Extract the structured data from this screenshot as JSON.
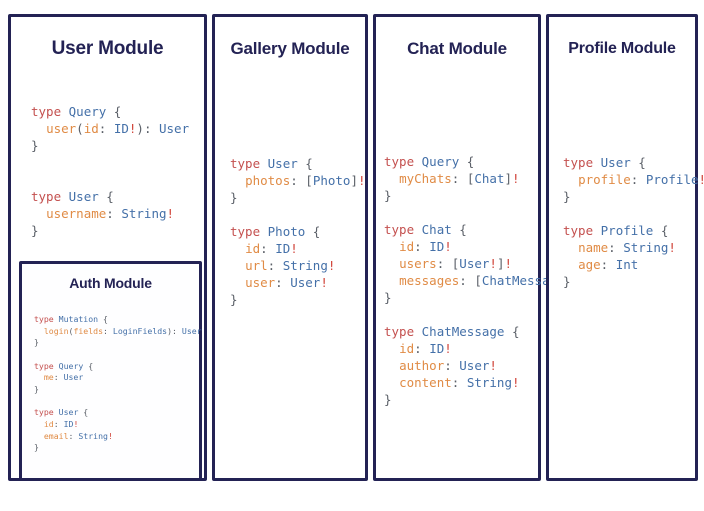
{
  "theme": {
    "border_color": "#232254",
    "title_color": "#232254",
    "background": "#ffffff",
    "token_keyword": "#c4504f",
    "token_type": "#4470a8",
    "token_field": "#e08b45",
    "token_punct": "#5b6068",
    "token_bang": "#d1453b"
  },
  "panels": {
    "user": {
      "title": "User Module",
      "code_lines": [
        [
          {
            "t": "type ",
            "c": "kw"
          },
          {
            "t": "Query",
            "c": "type"
          },
          {
            "t": " {",
            "c": "pun"
          }
        ],
        [
          {
            "t": "  ",
            "c": "pun"
          },
          {
            "t": "user",
            "c": "fld"
          },
          {
            "t": "(",
            "c": "pun"
          },
          {
            "t": "id",
            "c": "fld"
          },
          {
            "t": ": ",
            "c": "pun"
          },
          {
            "t": "ID",
            "c": "type"
          },
          {
            "t": "!",
            "c": "bang"
          },
          {
            "t": "): ",
            "c": "pun"
          },
          {
            "t": "User",
            "c": "type"
          }
        ],
        [
          {
            "t": "}",
            "c": "pun"
          }
        ],
        [
          {
            "t": "",
            "c": "pun"
          }
        ],
        [
          {
            "t": "",
            "c": "pun"
          }
        ],
        [
          {
            "t": "type ",
            "c": "kw"
          },
          {
            "t": "User",
            "c": "type"
          },
          {
            "t": " {",
            "c": "pun"
          }
        ],
        [
          {
            "t": "  ",
            "c": "pun"
          },
          {
            "t": "username",
            "c": "fld"
          },
          {
            "t": ": ",
            "c": "pun"
          },
          {
            "t": "String",
            "c": "type"
          },
          {
            "t": "!",
            "c": "bang"
          }
        ],
        [
          {
            "t": "}",
            "c": "pun"
          }
        ]
      ]
    },
    "auth": {
      "title": "Auth Module",
      "code_lines": [
        [
          {
            "t": "type ",
            "c": "kw"
          },
          {
            "t": "Mutation",
            "c": "type"
          },
          {
            "t": " {",
            "c": "pun"
          }
        ],
        [
          {
            "t": "  ",
            "c": "pun"
          },
          {
            "t": "login",
            "c": "fld"
          },
          {
            "t": "(",
            "c": "pun"
          },
          {
            "t": "fields",
            "c": "fld"
          },
          {
            "t": ": ",
            "c": "pun"
          },
          {
            "t": "LoginFields",
            "c": "type"
          },
          {
            "t": "): ",
            "c": "pun"
          },
          {
            "t": "User",
            "c": "type"
          }
        ],
        [
          {
            "t": "}",
            "c": "pun"
          }
        ],
        [
          {
            "t": "",
            "c": "pun"
          }
        ],
        [
          {
            "t": "type ",
            "c": "kw"
          },
          {
            "t": "Query",
            "c": "type"
          },
          {
            "t": " {",
            "c": "pun"
          }
        ],
        [
          {
            "t": "  ",
            "c": "pun"
          },
          {
            "t": "me",
            "c": "fld"
          },
          {
            "t": ": ",
            "c": "pun"
          },
          {
            "t": "User",
            "c": "type"
          }
        ],
        [
          {
            "t": "}",
            "c": "pun"
          }
        ],
        [
          {
            "t": "",
            "c": "pun"
          }
        ],
        [
          {
            "t": "type ",
            "c": "kw"
          },
          {
            "t": "User",
            "c": "type"
          },
          {
            "t": " {",
            "c": "pun"
          }
        ],
        [
          {
            "t": "  ",
            "c": "pun"
          },
          {
            "t": "id",
            "c": "fld"
          },
          {
            "t": ": ",
            "c": "pun"
          },
          {
            "t": "ID",
            "c": "type"
          },
          {
            "t": "!",
            "c": "bang"
          }
        ],
        [
          {
            "t": "  ",
            "c": "pun"
          },
          {
            "t": "email",
            "c": "fld"
          },
          {
            "t": ": ",
            "c": "pun"
          },
          {
            "t": "String",
            "c": "type"
          },
          {
            "t": "!",
            "c": "bang"
          }
        ],
        [
          {
            "t": "}",
            "c": "pun"
          }
        ]
      ]
    },
    "gallery": {
      "title": "Gallery Module",
      "code_lines": [
        [
          {
            "t": "type ",
            "c": "kw"
          },
          {
            "t": "User",
            "c": "type"
          },
          {
            "t": " {",
            "c": "pun"
          }
        ],
        [
          {
            "t": "  ",
            "c": "pun"
          },
          {
            "t": "photos",
            "c": "fld"
          },
          {
            "t": ": ",
            "c": "pun"
          },
          {
            "t": "[",
            "c": "pun"
          },
          {
            "t": "Photo",
            "c": "type"
          },
          {
            "t": "]",
            "c": "pun"
          },
          {
            "t": "!",
            "c": "bang"
          }
        ],
        [
          {
            "t": "}",
            "c": "pun"
          }
        ],
        [
          {
            "t": "",
            "c": "pun"
          }
        ],
        [
          {
            "t": "type ",
            "c": "kw"
          },
          {
            "t": "Photo",
            "c": "type"
          },
          {
            "t": " {",
            "c": "pun"
          }
        ],
        [
          {
            "t": "  ",
            "c": "pun"
          },
          {
            "t": "id",
            "c": "fld"
          },
          {
            "t": ": ",
            "c": "pun"
          },
          {
            "t": "ID",
            "c": "type"
          },
          {
            "t": "!",
            "c": "bang"
          }
        ],
        [
          {
            "t": "  ",
            "c": "pun"
          },
          {
            "t": "url",
            "c": "fld"
          },
          {
            "t": ": ",
            "c": "pun"
          },
          {
            "t": "String",
            "c": "type"
          },
          {
            "t": "!",
            "c": "bang"
          }
        ],
        [
          {
            "t": "  ",
            "c": "pun"
          },
          {
            "t": "user",
            "c": "fld"
          },
          {
            "t": ": ",
            "c": "pun"
          },
          {
            "t": "User",
            "c": "type"
          },
          {
            "t": "!",
            "c": "bang"
          }
        ],
        [
          {
            "t": "}",
            "c": "pun"
          }
        ]
      ]
    },
    "chat": {
      "title": "Chat Module",
      "code_lines": [
        [
          {
            "t": "type ",
            "c": "kw"
          },
          {
            "t": "Query",
            "c": "type"
          },
          {
            "t": " {",
            "c": "pun"
          }
        ],
        [
          {
            "t": "  ",
            "c": "pun"
          },
          {
            "t": "myChats",
            "c": "fld"
          },
          {
            "t": ": ",
            "c": "pun"
          },
          {
            "t": "[",
            "c": "pun"
          },
          {
            "t": "Chat",
            "c": "type"
          },
          {
            "t": "]",
            "c": "pun"
          },
          {
            "t": "!",
            "c": "bang"
          }
        ],
        [
          {
            "t": "}",
            "c": "pun"
          }
        ],
        [
          {
            "t": "",
            "c": "pun"
          }
        ],
        [
          {
            "t": "type ",
            "c": "kw"
          },
          {
            "t": "Chat",
            "c": "type"
          },
          {
            "t": " {",
            "c": "pun"
          }
        ],
        [
          {
            "t": "  ",
            "c": "pun"
          },
          {
            "t": "id",
            "c": "fld"
          },
          {
            "t": ": ",
            "c": "pun"
          },
          {
            "t": "ID",
            "c": "type"
          },
          {
            "t": "!",
            "c": "bang"
          }
        ],
        [
          {
            "t": "  ",
            "c": "pun"
          },
          {
            "t": "users",
            "c": "fld"
          },
          {
            "t": ": ",
            "c": "pun"
          },
          {
            "t": "[",
            "c": "pun"
          },
          {
            "t": "User",
            "c": "type"
          },
          {
            "t": "!",
            "c": "bang"
          },
          {
            "t": "]",
            "c": "pun"
          },
          {
            "t": "!",
            "c": "bang"
          }
        ],
        [
          {
            "t": "  ",
            "c": "pun"
          },
          {
            "t": "messages",
            "c": "fld"
          },
          {
            "t": ": ",
            "c": "pun"
          },
          {
            "t": "[",
            "c": "pun"
          },
          {
            "t": "ChatMessage",
            "c": "type"
          },
          {
            "t": "]",
            "c": "pun"
          },
          {
            "t": "!",
            "c": "bang"
          }
        ],
        [
          {
            "t": "}",
            "c": "pun"
          }
        ],
        [
          {
            "t": "",
            "c": "pun"
          }
        ],
        [
          {
            "t": "type ",
            "c": "kw"
          },
          {
            "t": "ChatMessage",
            "c": "type"
          },
          {
            "t": " {",
            "c": "pun"
          }
        ],
        [
          {
            "t": "  ",
            "c": "pun"
          },
          {
            "t": "id",
            "c": "fld"
          },
          {
            "t": ": ",
            "c": "pun"
          },
          {
            "t": "ID",
            "c": "type"
          },
          {
            "t": "!",
            "c": "bang"
          }
        ],
        [
          {
            "t": "  ",
            "c": "pun"
          },
          {
            "t": "author",
            "c": "fld"
          },
          {
            "t": ": ",
            "c": "pun"
          },
          {
            "t": "User",
            "c": "type"
          },
          {
            "t": "!",
            "c": "bang"
          }
        ],
        [
          {
            "t": "  ",
            "c": "pun"
          },
          {
            "t": "content",
            "c": "fld"
          },
          {
            "t": ": ",
            "c": "pun"
          },
          {
            "t": "String",
            "c": "type"
          },
          {
            "t": "!",
            "c": "bang"
          }
        ],
        [
          {
            "t": "}",
            "c": "pun"
          }
        ]
      ]
    },
    "profile": {
      "title": "Profile Module",
      "code_lines": [
        [
          {
            "t": "type ",
            "c": "kw"
          },
          {
            "t": "User",
            "c": "type"
          },
          {
            "t": " {",
            "c": "pun"
          }
        ],
        [
          {
            "t": "  ",
            "c": "pun"
          },
          {
            "t": "profile",
            "c": "fld"
          },
          {
            "t": ": ",
            "c": "pun"
          },
          {
            "t": "Profile",
            "c": "type"
          },
          {
            "t": "!",
            "c": "bang"
          }
        ],
        [
          {
            "t": "}",
            "c": "pun"
          }
        ],
        [
          {
            "t": "",
            "c": "pun"
          }
        ],
        [
          {
            "t": "type ",
            "c": "kw"
          },
          {
            "t": "Profile",
            "c": "type"
          },
          {
            "t": " {",
            "c": "pun"
          }
        ],
        [
          {
            "t": "  ",
            "c": "pun"
          },
          {
            "t": "name",
            "c": "fld"
          },
          {
            "t": ": ",
            "c": "pun"
          },
          {
            "t": "String",
            "c": "type"
          },
          {
            "t": "!",
            "c": "bang"
          }
        ],
        [
          {
            "t": "  ",
            "c": "pun"
          },
          {
            "t": "age",
            "c": "fld"
          },
          {
            "t": ": ",
            "c": "pun"
          },
          {
            "t": "Int",
            "c": "type"
          }
        ],
        [
          {
            "t": "}",
            "c": "pun"
          }
        ]
      ]
    }
  }
}
